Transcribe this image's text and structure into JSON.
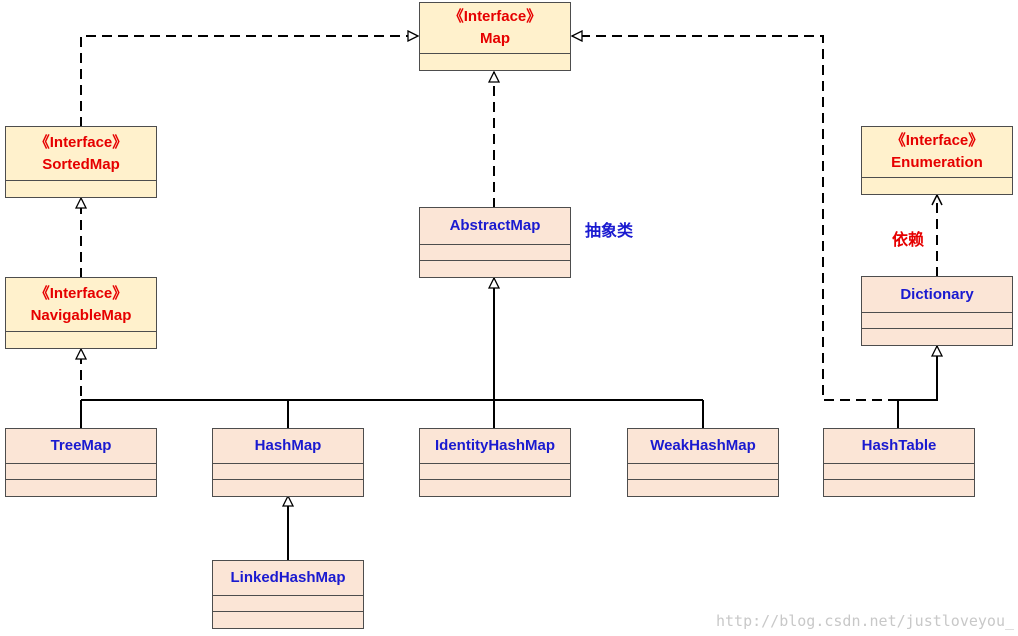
{
  "nodes": {
    "map": {
      "stereotype": "《Interface》",
      "name": "Map"
    },
    "sortedmap": {
      "stereotype": "《Interface》",
      "name": "SortedMap"
    },
    "navigablemap": {
      "stereotype": "《Interface》",
      "name": "NavigableMap"
    },
    "enumeration": {
      "stereotype": "《Interface》",
      "name": "Enumeration"
    },
    "abstractmap": {
      "name": "AbstractMap"
    },
    "dictionary": {
      "name": "Dictionary"
    },
    "treemap": {
      "name": "TreeMap"
    },
    "hashmap": {
      "name": "HashMap"
    },
    "identityhashmap": {
      "name": "IdentityHashMap"
    },
    "weakhashmap": {
      "name": "WeakHashMap"
    },
    "hashtable": {
      "name": "HashTable"
    },
    "linkedhashmap": {
      "name": "LinkedHashMap"
    }
  },
  "annotations": {
    "abstract_class": "抽象类",
    "dependency": "依赖"
  },
  "watermark": "http://blog.csdn.net/justloveyou_",
  "colors": {
    "interface_fill": "#fff1cc",
    "class_fill": "#fbe5d6",
    "interface_text": "#e60000",
    "class_text": "#1a1ad0",
    "line": "#000000"
  }
}
